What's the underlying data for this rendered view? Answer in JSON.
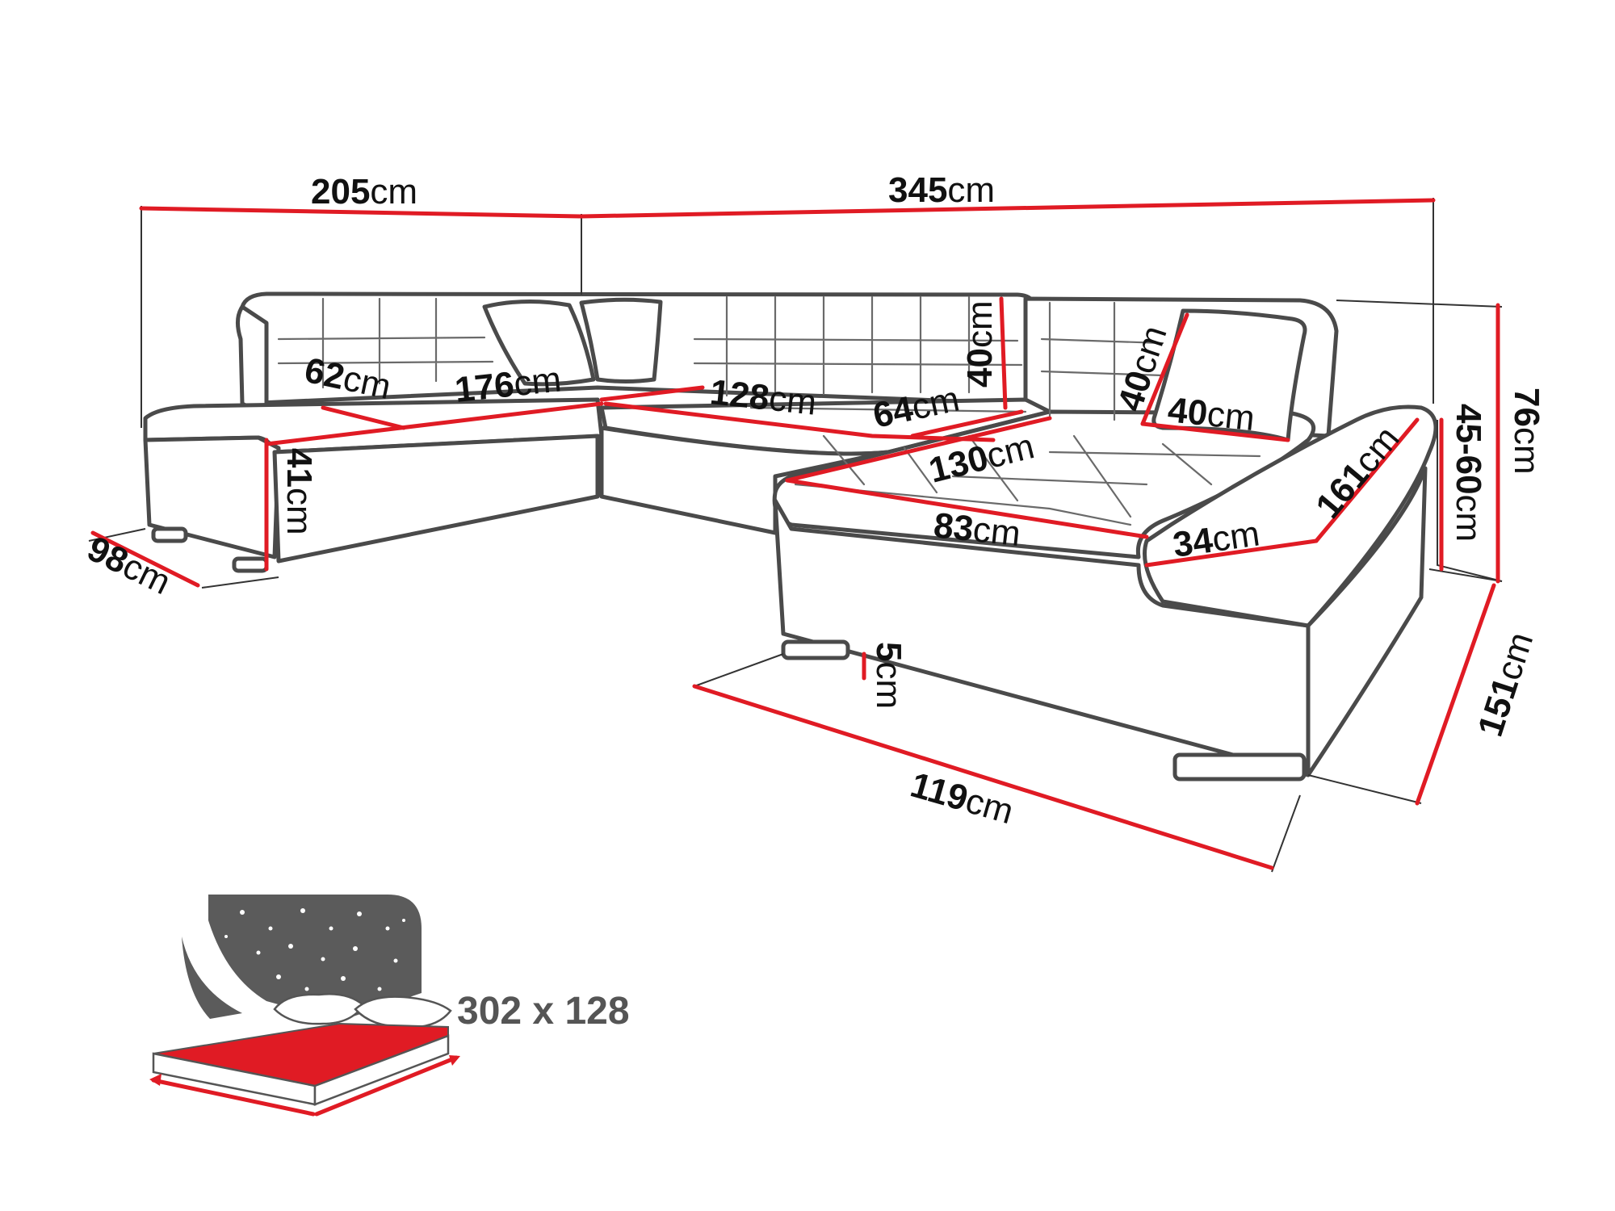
{
  "colors": {
    "dimension_line": "#e01b24",
    "outline": "#4a4a4a",
    "bed_panel": "#5b5b5b",
    "bed_mattress": "#e01b24"
  },
  "dimensions": {
    "total_width_left": {
      "value": "205",
      "unit": "cm"
    },
    "total_width_right": {
      "value": "345",
      "unit": "cm"
    },
    "seat_depth_left": {
      "value": "62",
      "unit": "cm"
    },
    "seat_width_left": {
      "value": "176",
      "unit": "cm"
    },
    "seat_width_middle": {
      "value": "128",
      "unit": "cm"
    },
    "seat_depth_middle": {
      "value": "64",
      "unit": "cm"
    },
    "backrest_height": {
      "value": "40",
      "unit": "cm"
    },
    "cushion_height": {
      "value": "40",
      "unit": "cm"
    },
    "cushion_width": {
      "value": "40",
      "unit": "cm"
    },
    "chaise_seat_width": {
      "value": "130",
      "unit": "cm"
    },
    "chaise_seat_depth": {
      "value": "83",
      "unit": "cm"
    },
    "armrest_width": {
      "value": "34",
      "unit": "cm"
    },
    "armrest_length": {
      "value": "161",
      "unit": "cm"
    },
    "seat_height": {
      "value": "41",
      "unit": "cm"
    },
    "depth_left": {
      "value": "98",
      "unit": "cm"
    },
    "leg_height": {
      "value": "5",
      "unit": "cm"
    },
    "chaise_width": {
      "value": "119",
      "unit": "cm"
    },
    "chaise_depth": {
      "value": "151",
      "unit": "cm"
    },
    "armrest_height": {
      "value": "45-60",
      "unit": "cm"
    },
    "total_height": {
      "value": "76",
      "unit": "cm"
    }
  },
  "bed": {
    "icon": "sleeping-area-icon",
    "size_label": "302 x 128"
  }
}
